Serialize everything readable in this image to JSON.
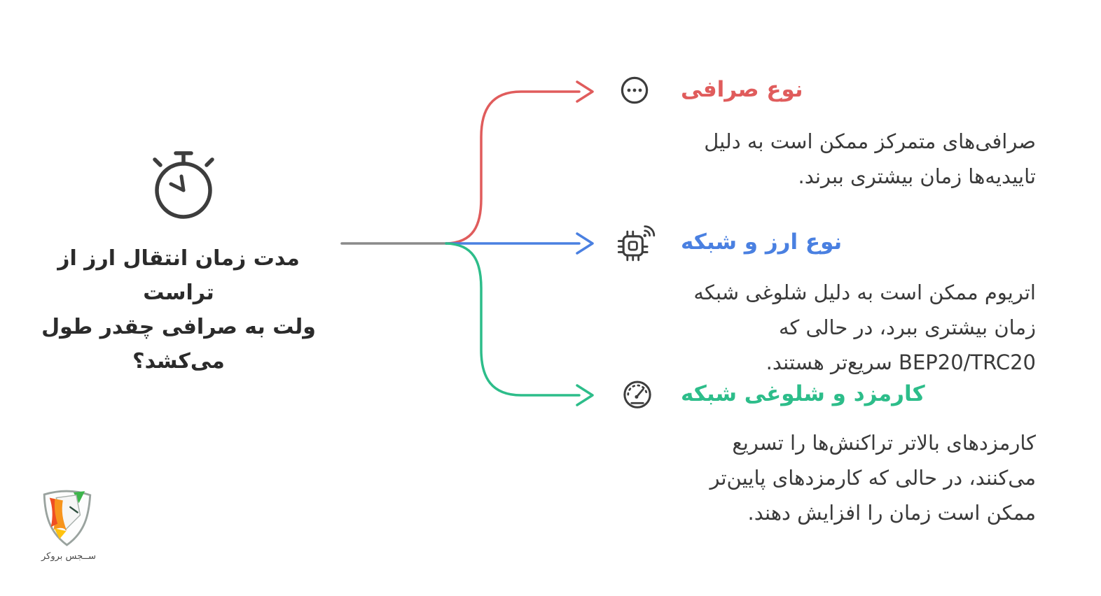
{
  "question": {
    "lines": [
      "مدت زمان انتقال ارز از تراست",
      "ولت به صرافی چقدر طول",
      "می‌کشد؟"
    ]
  },
  "branches": [
    {
      "title": "نوع صرافی",
      "color": "#e05c5c",
      "icon": "ellipsis-circle-icon",
      "lines": [
        "صرافی‌های متمرکز ممکن است به دلیل",
        "تاییدیه‌ها زمان بیشتری ببرند."
      ]
    },
    {
      "title": "نوع ارز و شبکه",
      "color": "#4a80e1",
      "icon": "chip-signal-icon",
      "lines": [
        "اتریوم ممکن است به دلیل شلوغی شبکه",
        "زمان بیشتری ببرد، در حالی که",
        "BEP20/TRC20 سریع‌تر هستند."
      ]
    },
    {
      "title": "کارمزد و شلوغی شبکه",
      "color": "#2dbd8a",
      "icon": "gauge-icon",
      "lines": [
        "کارمزدهای بالاتر تراکنش‌ها را تسریع",
        "می‌کنند، در حالی که کارمزدهای پایین‌تر",
        "ممکن است زمان را افزایش دهند."
      ]
    }
  ],
  "colors": {
    "connector": "#8a8a8a",
    "icon": "#3d3d3d",
    "body_text": "#3a3a3a",
    "question_text": "#2b2b2b"
  },
  "logo": {
    "caption": "ســجس بروکر"
  }
}
